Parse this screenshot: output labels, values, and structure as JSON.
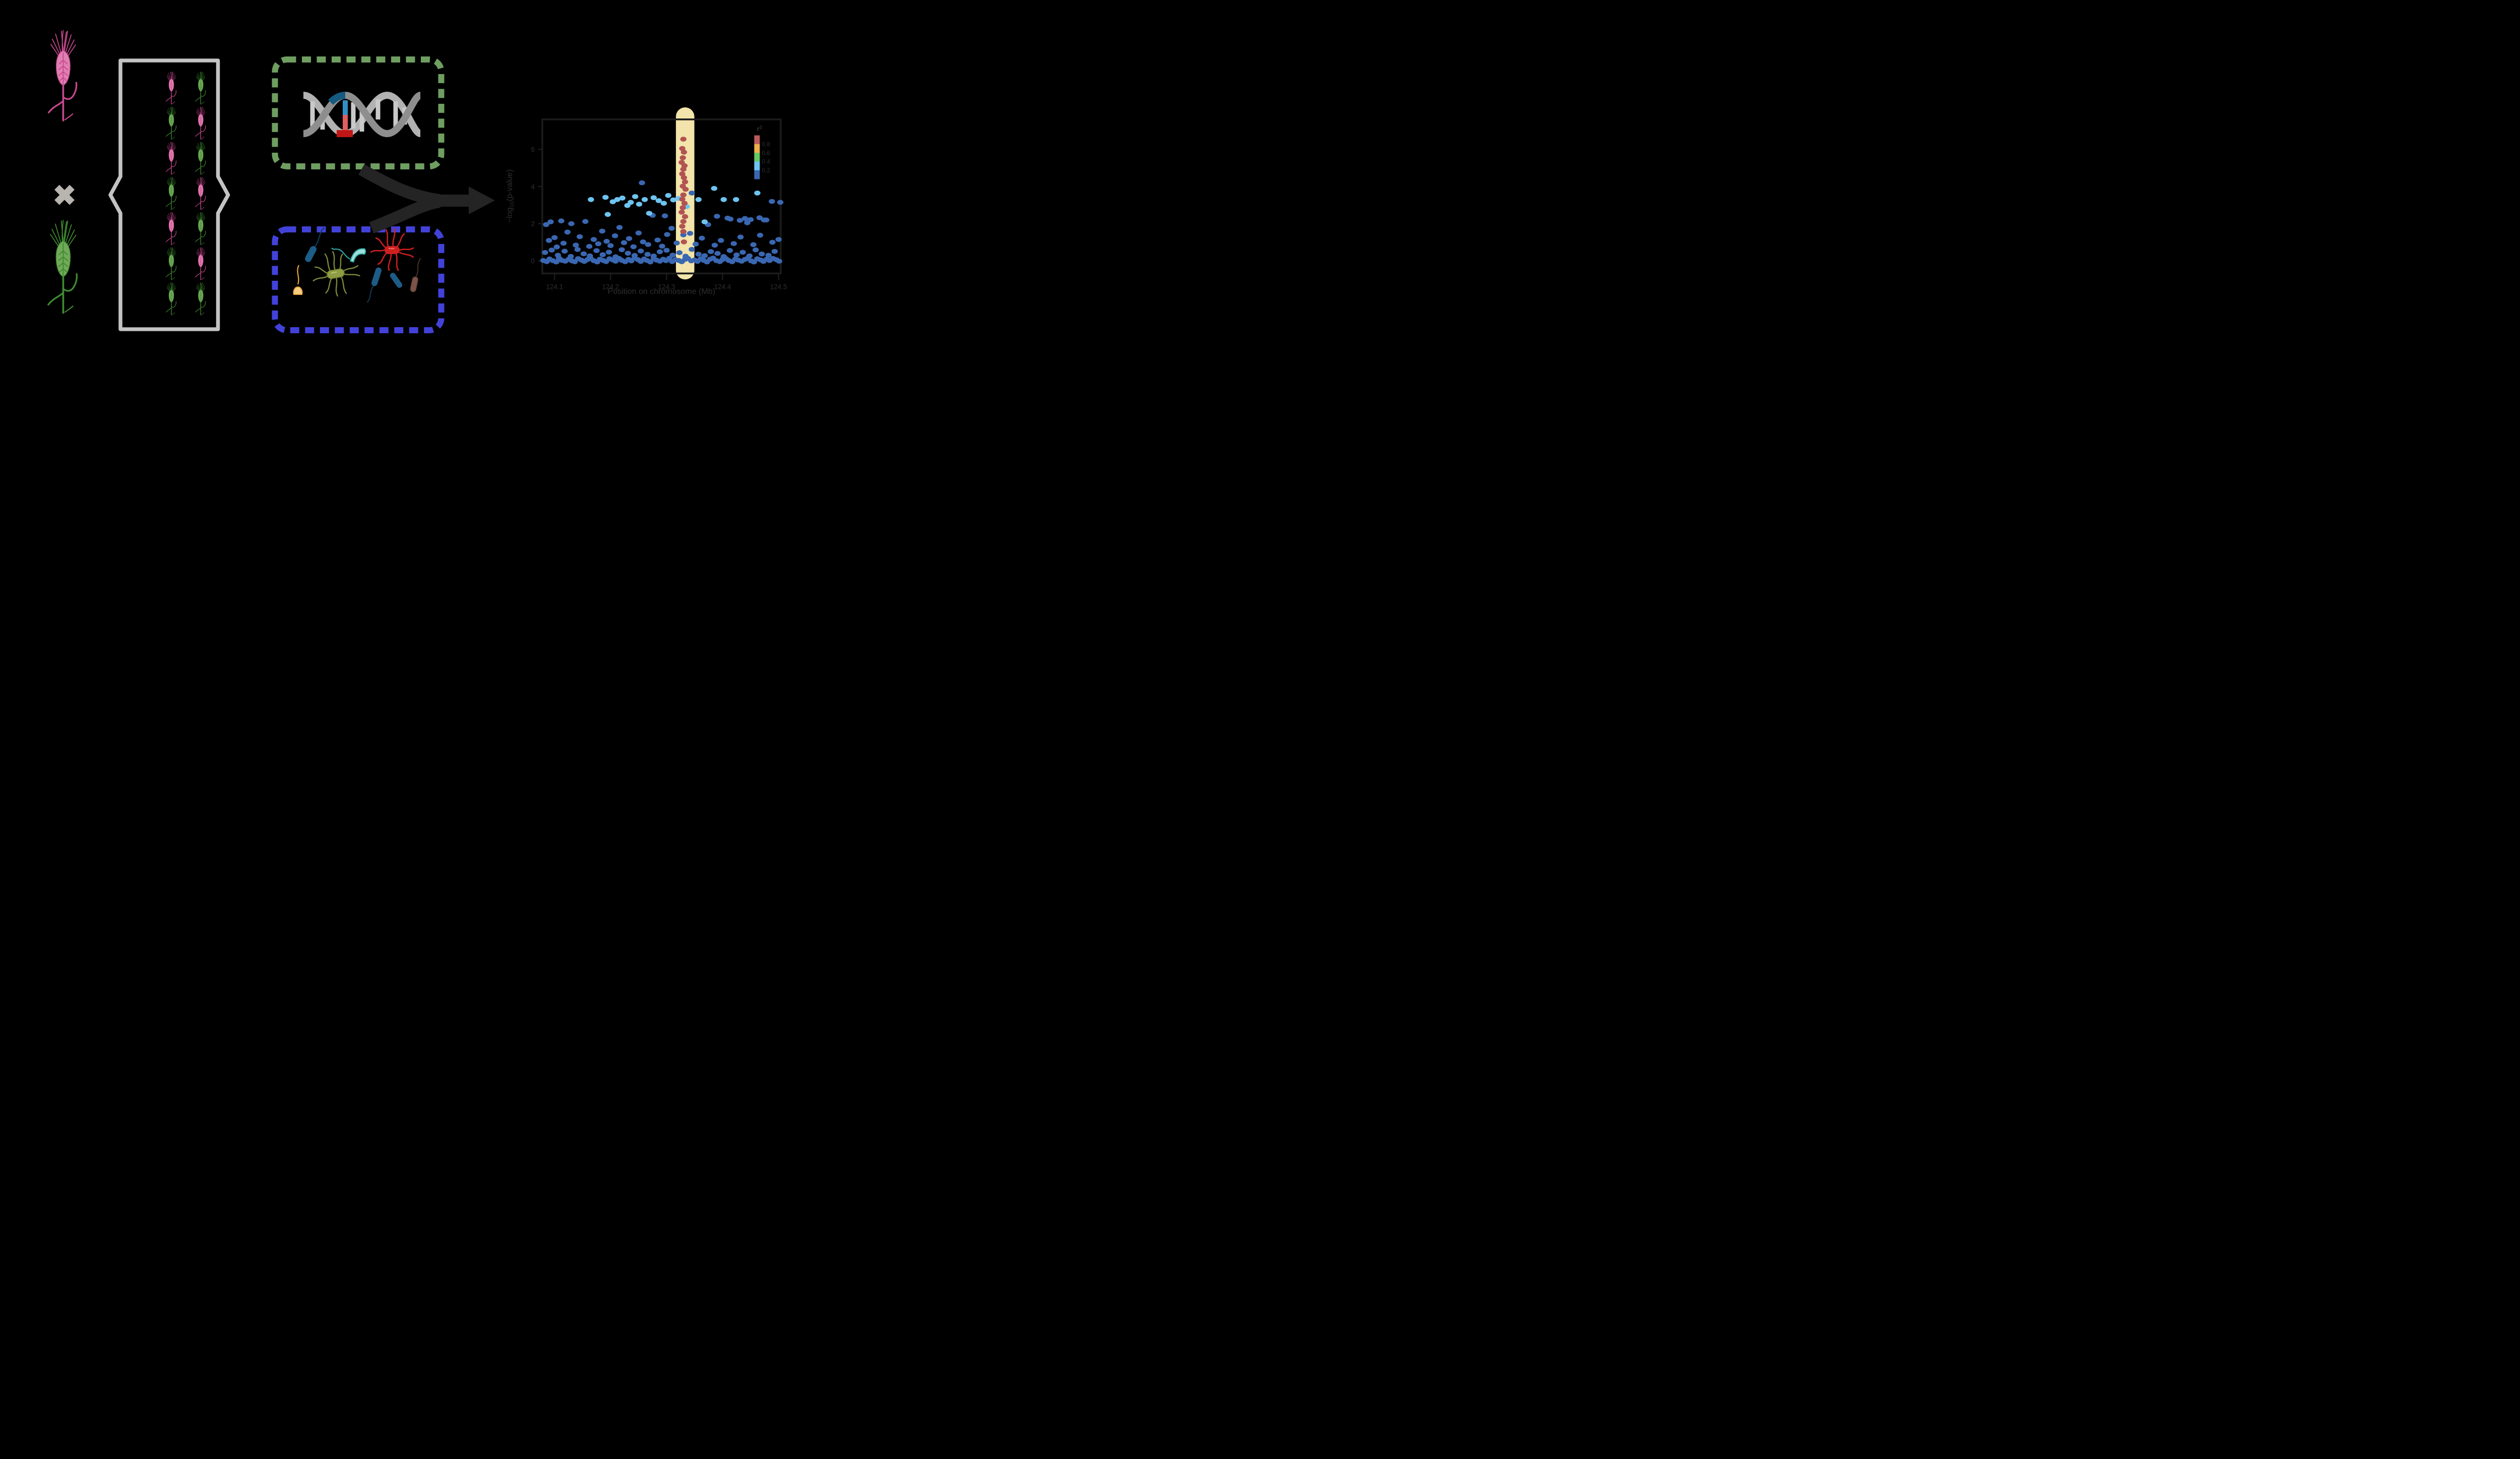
{
  "figure": {
    "description": "GWAS of plant microbiome diagram",
    "cross_symbol": "✖"
  },
  "palette": {
    "background": "#000000",
    "pink_main": "#c9498f",
    "pink_light": "#e07fb2",
    "green_main": "#3e8b2f",
    "green_light": "#73a95a",
    "bracket_gray": "#c3c3c3",
    "cross_gray": "#b8b5b1",
    "genotype_box_green": "#6f9e61",
    "microbiome_box_blue": "#4242da",
    "arrow_dark": "#242424",
    "dna_gray_light": "#b2b2b2",
    "dna_gray_dark": "#8e8e8e",
    "dna_rung": "#c9c9c9",
    "dna_snp_blue_dark": "#155a80",
    "dna_snp_blue_light": "#2e93c4",
    "dna_snp_red_light": "#e05f5f",
    "dna_snp_red_dark": "#c11616",
    "frame_dark": "#1b1b1b",
    "text_dark": "#2e2e2e"
  },
  "offspring_grid": {
    "rows": [
      [
        "pink",
        "green"
      ],
      [
        "green",
        "pink"
      ],
      [
        "pink",
        "green"
      ],
      [
        "green",
        "pink"
      ],
      [
        "pink",
        "green"
      ],
      [
        "green",
        "pink"
      ],
      [
        "green",
        "green"
      ]
    ]
  },
  "chart_data": {
    "type": "scatter",
    "xlabel": "Position on chromosome (Mb)",
    "ylabel_pre": "−log",
    "ylabel_sub": "10",
    "ylabel_post": "(p-value)",
    "xlim": [
      124.078,
      124.504
    ],
    "ylim": [
      -0.67,
      7.6
    ],
    "grid": false,
    "xticks": [
      {
        "v": 124.1,
        "label": "124.1"
      },
      {
        "v": 124.2,
        "label": "124.2"
      },
      {
        "v": 124.3,
        "label": "124.3"
      },
      {
        "v": 124.4,
        "label": "124.4"
      },
      {
        "v": 124.5,
        "label": "124.5"
      }
    ],
    "yticks": [
      {
        "v": 0,
        "label": "0"
      },
      {
        "v": 2,
        "label": "2"
      },
      {
        "v": 4,
        "label": "4"
      },
      {
        "v": 6,
        "label": "6"
      }
    ],
    "highlight": {
      "center_mb": 124.333,
      "half_width_mb": 0.0165,
      "color": "#f2e4aa"
    },
    "legend": {
      "title_base": "r",
      "title_sup": "2",
      "position": "top-right-inside",
      "block_colors": [
        "#bd5b5b",
        "#eeb04c",
        "#63cb63",
        "#6ec4f0",
        "#3a67b1"
      ],
      "labels": [
        "0.8",
        "0.6",
        "0.4",
        "0.2"
      ]
    },
    "series": [
      {
        "name": "r2 > 0.8",
        "color": "#b25353",
        "points": [
          [
            124.33,
            6.55
          ],
          [
            124.328,
            6.05
          ],
          [
            124.331,
            5.85
          ],
          [
            124.329,
            5.55
          ],
          [
            124.327,
            5.3
          ],
          [
            124.332,
            5.12
          ],
          [
            124.33,
            4.93
          ],
          [
            124.328,
            4.68
          ],
          [
            124.331,
            4.48
          ],
          [
            124.333,
            4.25
          ],
          [
            124.329,
            4.02
          ],
          [
            124.334,
            3.85
          ],
          [
            124.33,
            3.55
          ],
          [
            124.328,
            3.32
          ],
          [
            124.332,
            3.1
          ],
          [
            124.329,
            2.86
          ],
          [
            124.327,
            2.62
          ],
          [
            124.333,
            2.38
          ],
          [
            124.33,
            2.12
          ],
          [
            124.328,
            1.86
          ],
          [
            124.33,
            1.58
          ],
          [
            124.331,
            1.02
          ]
        ]
      },
      {
        "name": "r2 0.2-0.4",
        "color": "#6ec4f0",
        "points": [
          [
            124.165,
            3.3
          ],
          [
            124.191,
            3.42
          ],
          [
            124.204,
            3.18
          ],
          [
            124.212,
            3.3
          ],
          [
            124.221,
            3.38
          ],
          [
            124.23,
            2.98
          ],
          [
            124.236,
            3.15
          ],
          [
            124.244,
            3.46
          ],
          [
            124.251,
            3.05
          ],
          [
            124.261,
            3.3
          ],
          [
            124.269,
            2.56
          ],
          [
            124.277,
            3.4
          ],
          [
            124.286,
            3.24
          ],
          [
            124.295,
            3.1
          ],
          [
            124.303,
            3.52
          ],
          [
            124.312,
            3.28
          ],
          [
            124.195,
            2.5
          ],
          [
            124.321,
            3.36
          ],
          [
            124.336,
            2.92
          ],
          [
            124.357,
            3.3
          ],
          [
            124.385,
            3.9
          ],
          [
            124.402,
            3.3
          ],
          [
            124.424,
            3.3
          ],
          [
            124.462,
            3.65
          ],
          [
            124.368,
            2.1
          ]
        ]
      },
      {
        "name": "r2 < 0.2",
        "color": "#3a67b1",
        "points": [
          [
            124.08,
            0.02
          ],
          [
            124.086,
            -0.04
          ],
          [
            124.091,
            0.1
          ],
          [
            124.097,
            0.01
          ],
          [
            124.103,
            -0.06
          ],
          [
            124.108,
            0.14
          ],
          [
            124.113,
            0.03
          ],
          [
            124.119,
            -0.02
          ],
          [
            124.125,
            0.08
          ],
          [
            124.131,
            0.0
          ],
          [
            124.136,
            -0.05
          ],
          [
            124.142,
            0.12
          ],
          [
            124.148,
            0.04
          ],
          [
            124.153,
            -0.03
          ],
          [
            124.159,
            0.07
          ],
          [
            124.164,
            0.15
          ],
          [
            124.17,
            0.01
          ],
          [
            124.176,
            -0.06
          ],
          [
            124.181,
            0.09
          ],
          [
            124.187,
            0.02
          ],
          [
            124.192,
            -0.04
          ],
          [
            124.198,
            0.11
          ],
          [
            124.204,
            0.05
          ],
          [
            124.209,
            -0.02
          ],
          [
            124.215,
            0.13
          ],
          [
            124.22,
            0.03
          ],
          [
            124.226,
            -0.05
          ],
          [
            124.232,
            0.08
          ],
          [
            124.237,
            0.0
          ],
          [
            124.243,
            0.15
          ],
          [
            124.249,
            0.06
          ],
          [
            124.254,
            -0.03
          ],
          [
            124.26,
            0.1
          ],
          [
            124.265,
            0.02
          ],
          [
            124.271,
            -0.06
          ],
          [
            124.277,
            0.12
          ],
          [
            124.282,
            0.04
          ],
          [
            124.288,
            -0.02
          ],
          [
            124.294,
            0.09
          ],
          [
            124.299,
            0.01
          ],
          [
            124.305,
            0.14
          ],
          [
            124.31,
            -0.04
          ],
          [
            124.316,
            0.06
          ],
          [
            124.322,
            0.02
          ],
          [
            124.327,
            -0.05
          ],
          [
            124.333,
            0.08
          ],
          [
            124.338,
            0.13
          ],
          [
            124.344,
            0.0
          ],
          [
            124.35,
            0.05
          ],
          [
            124.355,
            -0.03
          ],
          [
            124.361,
            0.11
          ],
          [
            124.366,
            0.03
          ],
          [
            124.372,
            -0.06
          ],
          [
            124.378,
            0.09
          ],
          [
            124.383,
            0.15
          ],
          [
            124.389,
            0.01
          ],
          [
            124.395,
            -0.04
          ],
          [
            124.4,
            0.07
          ],
          [
            124.406,
            0.12
          ],
          [
            124.411,
            0.02
          ],
          [
            124.417,
            -0.05
          ],
          [
            124.423,
            0.1
          ],
          [
            124.428,
            0.04
          ],
          [
            124.434,
            -0.02
          ],
          [
            124.44,
            0.08
          ],
          [
            124.445,
            0.14
          ],
          [
            124.451,
            0.0
          ],
          [
            124.456,
            -0.06
          ],
          [
            124.462,
            0.11
          ],
          [
            124.468,
            0.05
          ],
          [
            124.473,
            -0.03
          ],
          [
            124.479,
            0.09
          ],
          [
            124.484,
            0.02
          ],
          [
            124.49,
            0.13
          ],
          [
            124.496,
            0.06
          ],
          [
            124.501,
            -0.02
          ],
          [
            124.083,
            0.45
          ],
          [
            124.095,
            0.58
          ],
          [
            124.106,
            0.3
          ],
          [
            124.118,
            0.52
          ],
          [
            124.129,
            0.24
          ],
          [
            124.141,
            0.61
          ],
          [
            124.152,
            0.38
          ],
          [
            124.163,
            0.27
          ],
          [
            124.175,
            0.55
          ],
          [
            124.186,
            0.33
          ],
          [
            124.197,
            0.47
          ],
          [
            124.209,
            0.22
          ],
          [
            124.22,
            0.6
          ],
          [
            124.231,
            0.41
          ],
          [
            124.243,
            0.29
          ],
          [
            124.254,
            0.53
          ],
          [
            124.266,
            0.35
          ],
          [
            124.277,
            0.26
          ],
          [
            124.288,
            0.49
          ],
          [
            124.3,
            0.57
          ],
          [
            124.311,
            0.31
          ],
          [
            124.323,
            0.44
          ],
          [
            124.334,
            0.25
          ],
          [
            124.345,
            0.62
          ],
          [
            124.357,
            0.36
          ],
          [
            124.368,
            0.28
          ],
          [
            124.379,
            0.5
          ],
          [
            124.391,
            0.4
          ],
          [
            124.402,
            0.23
          ],
          [
            124.413,
            0.56
          ],
          [
            124.425,
            0.32
          ],
          [
            124.436,
            0.46
          ],
          [
            124.448,
            0.27
          ],
          [
            124.459,
            0.59
          ],
          [
            124.47,
            0.37
          ],
          [
            124.482,
            0.3
          ],
          [
            124.493,
            0.51
          ],
          [
            124.085,
            1.95
          ],
          [
            124.09,
            1.1
          ],
          [
            124.093,
            2.1
          ],
          [
            124.1,
            1.25
          ],
          [
            124.104,
            0.75
          ],
          [
            124.112,
            2.15
          ],
          [
            124.116,
            0.95
          ],
          [
            124.123,
            1.55
          ],
          [
            124.13,
            2.0
          ],
          [
            124.138,
            0.85
          ],
          [
            124.145,
            1.3
          ],
          [
            124.155,
            2.12
          ],
          [
            124.162,
            0.78
          ],
          [
            124.17,
            1.15
          ],
          [
            124.178,
            0.92
          ],
          [
            124.185,
            1.6
          ],
          [
            124.193,
            1.05
          ],
          [
            124.2,
            0.82
          ],
          [
            124.208,
            1.35
          ],
          [
            124.216,
            1.8
          ],
          [
            124.224,
            0.98
          ],
          [
            124.233,
            1.2
          ],
          [
            124.241,
            0.76
          ],
          [
            124.25,
            1.5
          ],
          [
            124.258,
            1.02
          ],
          [
            124.267,
            0.88
          ],
          [
            124.275,
            2.45
          ],
          [
            124.284,
            1.12
          ],
          [
            124.292,
            0.79
          ],
          [
            124.301,
            1.42
          ],
          [
            124.309,
            1.75
          ],
          [
            124.318,
            0.96
          ],
          [
            124.342,
            1.48
          ],
          [
            124.352,
            0.9
          ],
          [
            124.363,
            1.22
          ],
          [
            124.374,
            1.95
          ],
          [
            124.386,
            0.84
          ],
          [
            124.397,
            1.1
          ],
          [
            124.409,
            2.3
          ],
          [
            124.42,
            0.93
          ],
          [
            124.432,
            1.28
          ],
          [
            124.444,
            2.05
          ],
          [
            124.455,
            0.87
          ],
          [
            124.467,
            1.38
          ],
          [
            124.478,
            2.2
          ],
          [
            124.489,
            1.0
          ],
          [
            124.5,
            1.15
          ],
          [
            124.256,
            4.2
          ],
          [
            124.345,
            3.65
          ],
          [
            124.503,
            3.15
          ],
          [
            124.488,
            3.2
          ],
          [
            124.39,
            2.4
          ],
          [
            124.414,
            2.25
          ],
          [
            124.431,
            2.18
          ],
          [
            124.44,
            2.28
          ],
          [
            124.45,
            2.22
          ],
          [
            124.466,
            2.32
          ],
          [
            124.474,
            2.2
          ],
          [
            124.297,
            2.42
          ],
          [
            124.33,
            1.4
          ]
        ]
      }
    ]
  }
}
